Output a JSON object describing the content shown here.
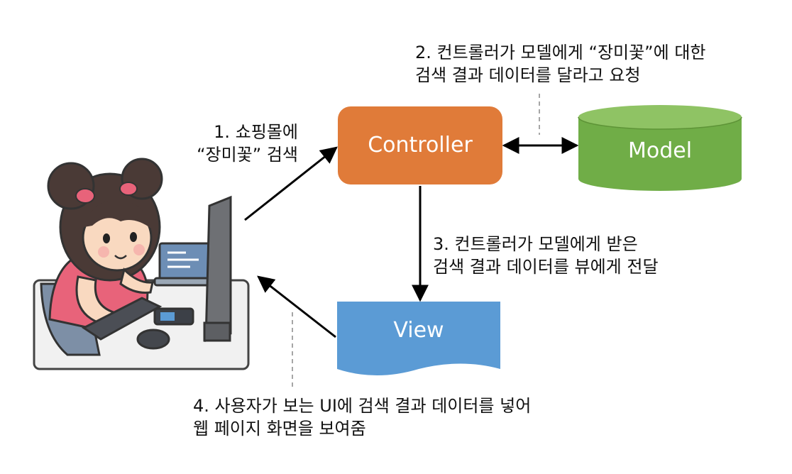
{
  "nodes": {
    "controller": "Controller",
    "model": "Model",
    "view": "View"
  },
  "steps": {
    "step1": [
      "1. 쇼핑몰에",
      "“장미꽃” 검색"
    ],
    "step2": [
      "2. 컨트롤러가 모델에게 “장미꽃”에 대한",
      "검색 결과 데이터를 달라고 요청"
    ],
    "step3": [
      "3. 컨트롤러가 모델에게 받은",
      "검색 결과 데이터를 뷰에게 전달"
    ],
    "step4": [
      "4. 사용자가 보는 UI에 검색 결과 데이터를 넣어",
      "웹 페이지 화면을 보여줌"
    ]
  },
  "colors": {
    "controller": "#E07B39",
    "model": "#70AD47",
    "view": "#5B9BD5",
    "arrow": "#000000",
    "dashed": "#A6A6A6"
  },
  "illustration": {
    "icon": "girl-at-computer-icon"
  }
}
